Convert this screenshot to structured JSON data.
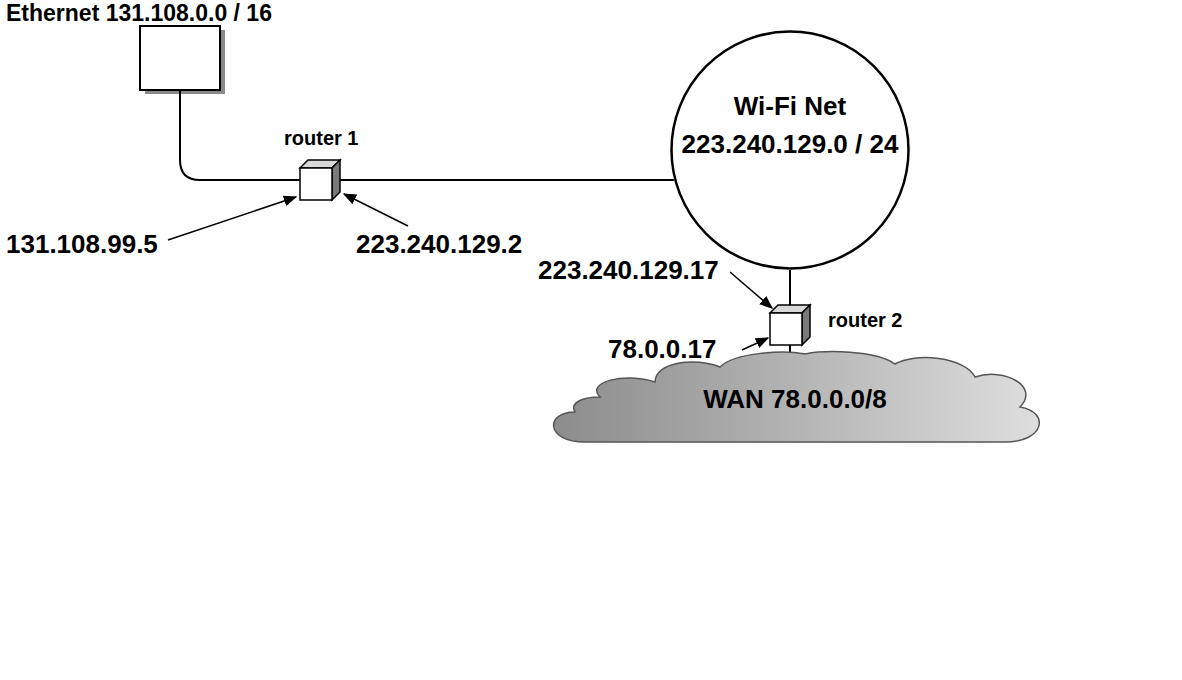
{
  "diagram": {
    "nodes": [
      {
        "text": [
          "router 1"
        ]
      },
      {
        "text": [
          "Wi-Fi Net",
          "223.240.129.0 / 24"
        ]
      },
      {
        "text": [
          "router 2"
        ]
      },
      {
        "text": [
          "WAN 78.0.0.0/8"
        ]
      }
    ],
    "edges": [
      {
        "from": 0,
        "to": 1,
        "arrow": "none"
      },
      {
        "from": 1,
        "to": 2,
        "arrow": "none"
      },
      {
        "from": 2,
        "to": 3,
        "arrow": "none"
      }
    ],
    "labels": [
      "Ethernet 131.108.0.0 / 16",
      "131.108.99.5",
      "223.240.129.2",
      "223.240.129.17",
      "78.0.0.17"
    ]
  }
}
